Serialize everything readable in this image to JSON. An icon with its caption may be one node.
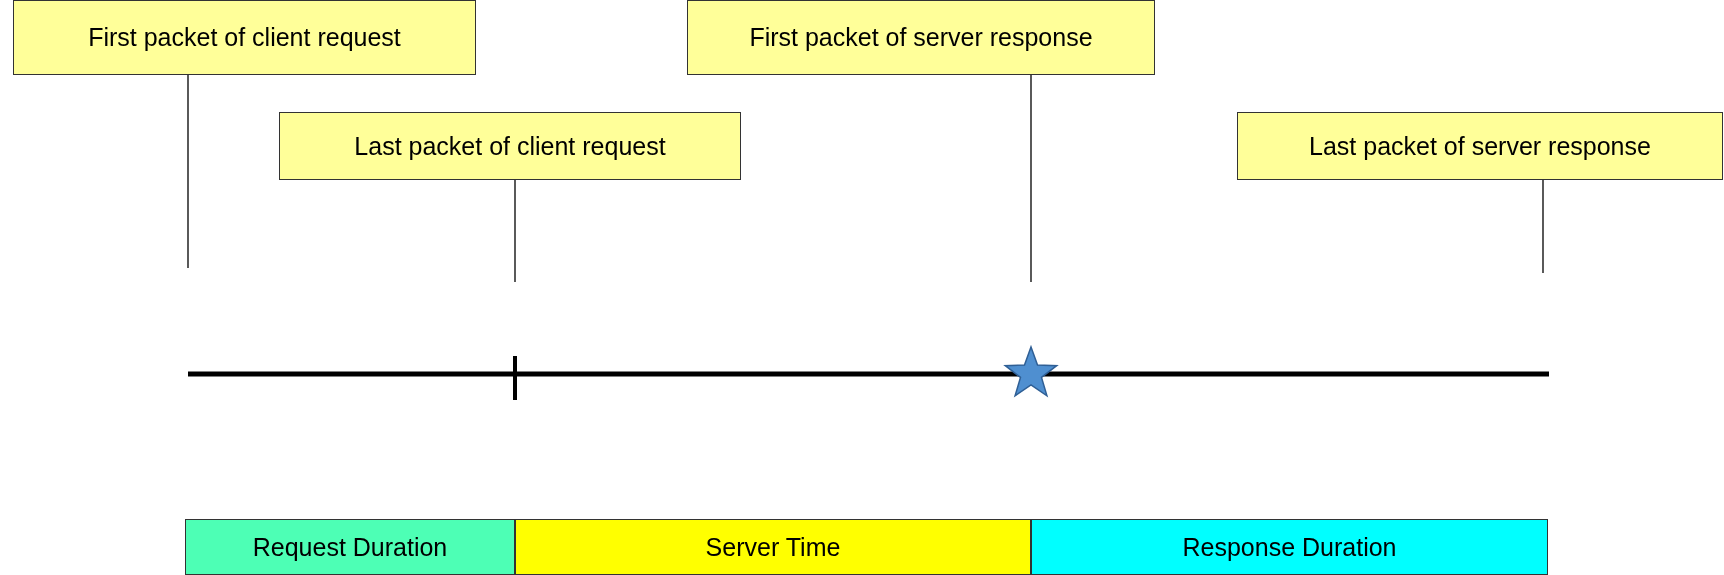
{
  "diagram": {
    "nodes": [
      {
        "text": [
          "First packet of client request"
        ]
      },
      {
        "text": [
          "Last packet of client request"
        ]
      },
      {
        "text": [
          "First packet of server response"
        ]
      },
      {
        "text": [
          "Last packet of server response"
        ]
      },
      {
        "text": [
          "Request Duration"
        ]
      },
      {
        "text": [
          "Server Time"
        ]
      },
      {
        "text": [
          "Response Duration"
        ]
      }
    ],
    "edges": [
      {
        "from": 0,
        "to": null,
        "arrow": "none"
      },
      {
        "from": 1,
        "to": null,
        "arrow": "none"
      },
      {
        "from": 2,
        "to": null,
        "arrow": "none"
      },
      {
        "from": 3,
        "to": null,
        "arrow": "none"
      }
    ]
  }
}
